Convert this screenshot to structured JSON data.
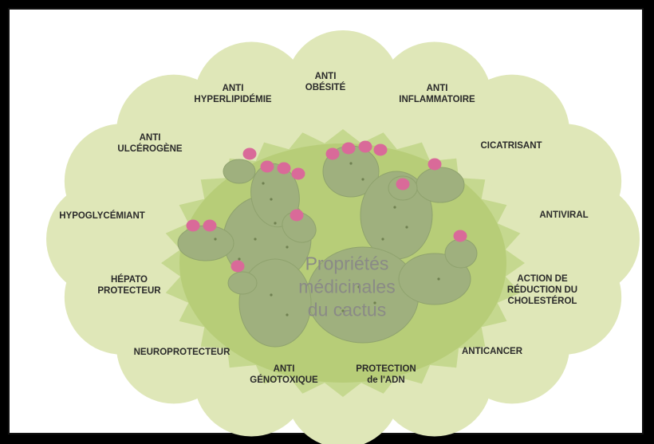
{
  "colors": {
    "outer_cloud": "#dfe7b8",
    "inner_ring": "#c5d88f",
    "center": "#b7cd78",
    "cactus": "#9fb07e",
    "cactus_shadow": "#8fa26e",
    "fruit": "#d96a99",
    "text": "#2a2a2a",
    "title": "#8a8a86"
  },
  "center_title": "Propriétés\nmédicinales\ndu cactus",
  "properties": [
    "ANTI\nHYPERLIPIDÉMIE",
    "ANTI\nOBÉSITÉ",
    "ANTI\nINFLAMMATOIRE",
    "CICATRISANT",
    "ANTIVIRAL",
    "ACTION DE\nRÉDUCTION DU\nCHOLESTÉROL",
    "ANTICANCER",
    "PROTECTION\nde l'ADN",
    "ANTI\nGÉNOTOXIQUE",
    "NEUROPROTECTEUR",
    "HÉPATO\nPROTECTEUR",
    "HYPOGLYCÉMIANT",
    "ANTI\nULCÉROGÈNE"
  ]
}
